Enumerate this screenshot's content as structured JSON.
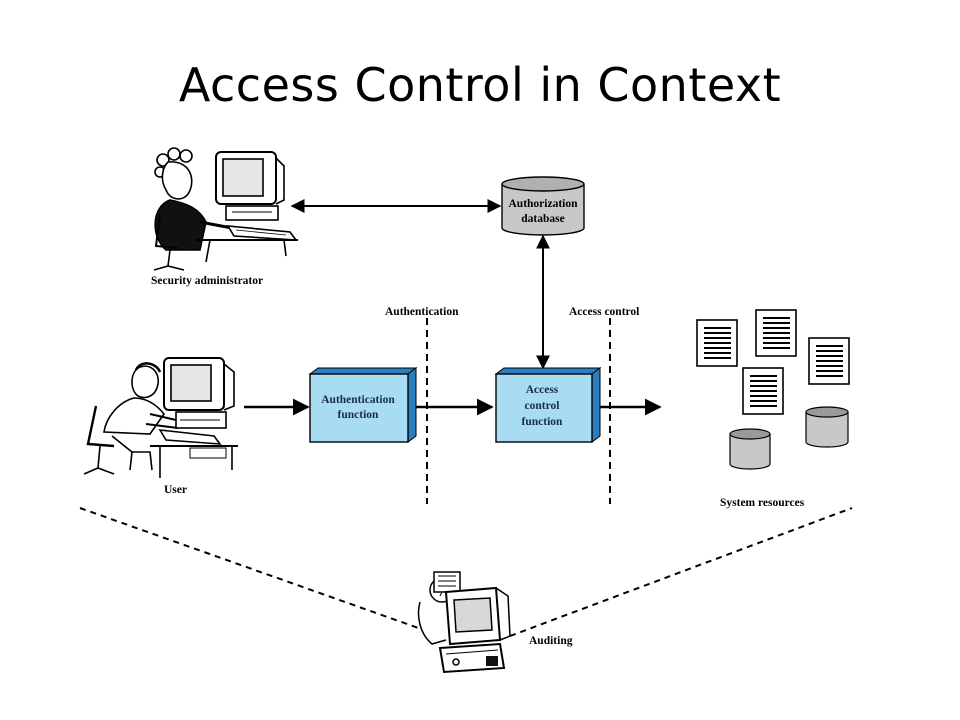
{
  "slide": {
    "title": "Access Control in Context"
  },
  "actors": {
    "security_admin": "Security administrator",
    "user": "User",
    "auditing": "Auditing",
    "system_resources": "System resources"
  },
  "boundaries": {
    "authentication": "Authentication",
    "access_control": "Access control"
  },
  "components": {
    "authorization_db": [
      "Authorization",
      "database"
    ],
    "auth_function": [
      "Authentication",
      "function"
    ],
    "access_control_function": [
      "Access",
      "control",
      "function"
    ]
  },
  "colors": {
    "box_fill": "#a8dcf2",
    "box_side": "#2a7fc0",
    "db_fill": "#c8c8c8"
  }
}
